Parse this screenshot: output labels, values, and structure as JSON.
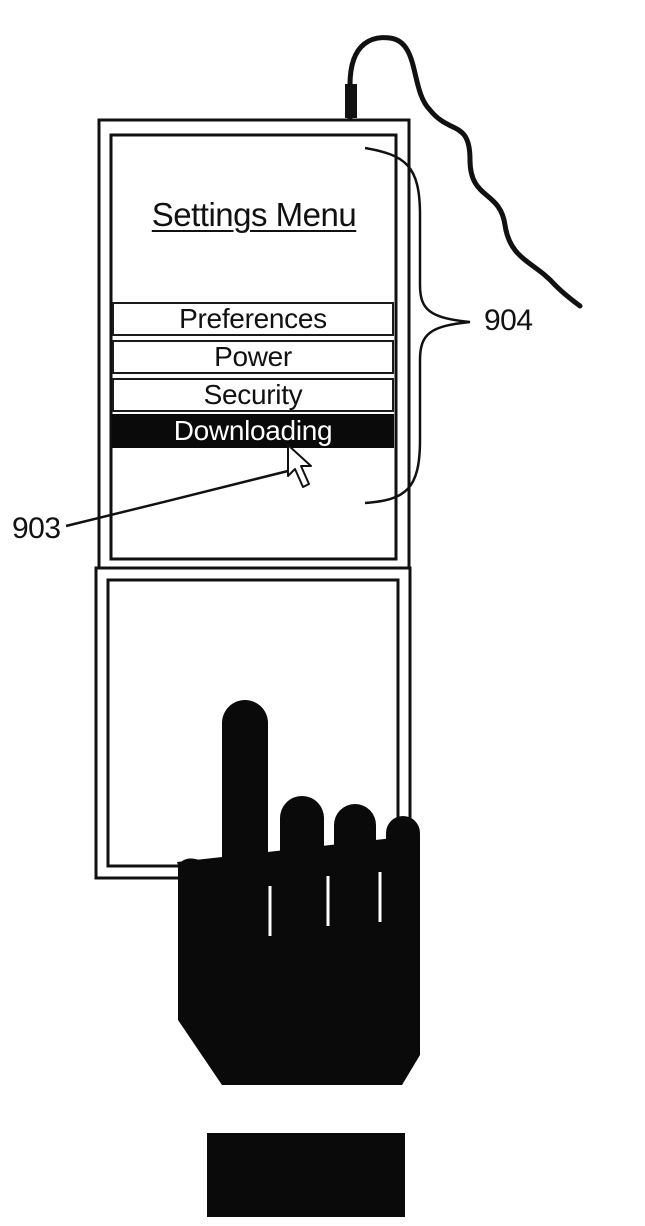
{
  "menu": {
    "title": "Settings Menu",
    "items": [
      {
        "label": "Preferences",
        "selected": false
      },
      {
        "label": "Power",
        "selected": false
      },
      {
        "label": "Security",
        "selected": false
      },
      {
        "label": "Downloading",
        "selected": true
      }
    ]
  },
  "reference_labels": {
    "pointer": "903",
    "menu_group": "904"
  },
  "colors": {
    "ink": "#111111",
    "paper": "#ffffff"
  },
  "icons": [
    "mouse-pointer-icon",
    "hand-icon",
    "cable"
  ]
}
